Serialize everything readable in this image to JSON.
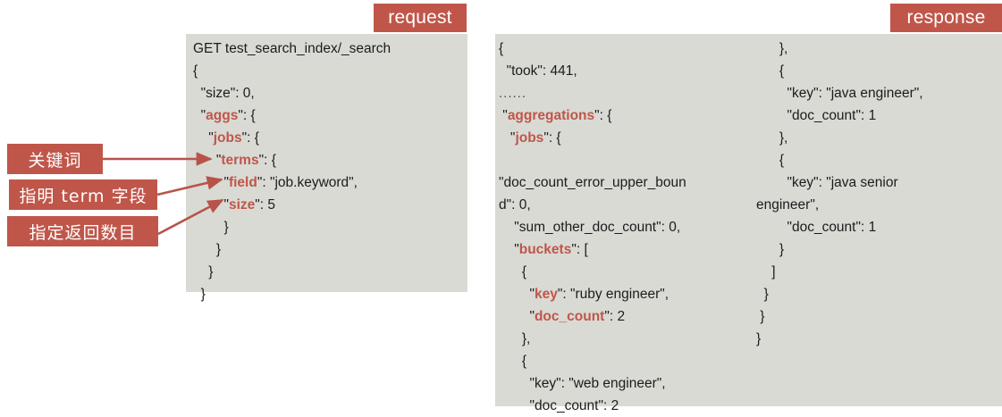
{
  "badges": {
    "request": "request",
    "response": "response"
  },
  "colors": {
    "badge_bg": "#c0564a",
    "badge_text": "#ffffff",
    "panel_bg": "#d9dad4",
    "keyword": "#c0564a",
    "code_text": "#1c1c1c",
    "arrow": "#b8534a"
  },
  "request_panel": {
    "lines": [
      {
        "indent": 0,
        "segments": [
          {
            "text": "GET test_search_index/_search",
            "style": "plain"
          }
        ]
      },
      {
        "indent": 0,
        "segments": [
          {
            "text": "{",
            "style": "plain"
          }
        ]
      },
      {
        "indent": 1,
        "segments": [
          {
            "text": "\"size\": 0,",
            "style": "plain"
          }
        ]
      },
      {
        "indent": 1,
        "segments": [
          {
            "text": "\"",
            "style": "plain"
          },
          {
            "text": "aggs",
            "style": "keyword"
          },
          {
            "text": "\": {",
            "style": "plain"
          }
        ]
      },
      {
        "indent": 2,
        "segments": [
          {
            "text": "\"",
            "style": "plain"
          },
          {
            "text": "jobs",
            "style": "keyword"
          },
          {
            "text": "\": {",
            "style": "plain"
          }
        ]
      },
      {
        "indent": 3,
        "segments": [
          {
            "text": "\"",
            "style": "plain"
          },
          {
            "text": "terms",
            "style": "keyword"
          },
          {
            "text": "\": {",
            "style": "plain"
          }
        ]
      },
      {
        "indent": 4,
        "segments": [
          {
            "text": "\"",
            "style": "plain"
          },
          {
            "text": "field",
            "style": "keyword"
          },
          {
            "text": "\": \"job.keyword\",",
            "style": "plain"
          }
        ]
      },
      {
        "indent": 4,
        "segments": [
          {
            "text": "\"",
            "style": "plain"
          },
          {
            "text": "size",
            "style": "keyword"
          },
          {
            "text": "\": 5",
            "style": "plain"
          }
        ]
      },
      {
        "indent": 4,
        "segments": [
          {
            "text": "}",
            "style": "plain"
          }
        ]
      },
      {
        "indent": 3,
        "segments": [
          {
            "text": "}",
            "style": "plain"
          }
        ]
      },
      {
        "indent": 2,
        "segments": [
          {
            "text": "}",
            "style": "plain"
          }
        ]
      },
      {
        "indent": 1,
        "segments": [
          {
            "text": "}",
            "style": "plain"
          }
        ]
      }
    ]
  },
  "response_panel": {
    "left_column_lines": [
      {
        "indent": 0,
        "segments": [
          {
            "text": "{",
            "style": "plain"
          }
        ]
      },
      {
        "indent": 1,
        "segments": [
          {
            "text": "\"took\": 441,",
            "style": "plain"
          }
        ]
      },
      {
        "indent": 0,
        "segments": [
          {
            "text": "......",
            "style": "dots"
          }
        ]
      },
      {
        "indent": 0,
        "segments": [
          {
            "text": " \"",
            "style": "plain"
          },
          {
            "text": "aggregations",
            "style": "keyword"
          },
          {
            "text": "\": {",
            "style": "plain"
          }
        ]
      },
      {
        "indent": 1,
        "segments": [
          {
            "text": " \"",
            "style": "plain"
          },
          {
            "text": "jobs",
            "style": "keyword"
          },
          {
            "text": "\": {",
            "style": "plain"
          }
        ]
      },
      {
        "indent": 0,
        "segments": [
          {
            "text": "",
            "style": "blank"
          }
        ]
      },
      {
        "indent": 0,
        "segments": [
          {
            "text": "\"doc_count_error_upper_boun",
            "style": "plain"
          }
        ]
      },
      {
        "indent": 0,
        "segments": [
          {
            "text": "d\": 0,",
            "style": "plain"
          }
        ]
      },
      {
        "indent": 2,
        "segments": [
          {
            "text": "\"sum_other_doc_count\": 0,",
            "style": "plain"
          }
        ]
      },
      {
        "indent": 2,
        "segments": [
          {
            "text": "\"",
            "style": "plain"
          },
          {
            "text": "buckets",
            "style": "keyword"
          },
          {
            "text": "\": [",
            "style": "plain"
          }
        ]
      },
      {
        "indent": 3,
        "segments": [
          {
            "text": "{",
            "style": "plain"
          }
        ]
      },
      {
        "indent": 4,
        "segments": [
          {
            "text": "\"",
            "style": "plain"
          },
          {
            "text": "key",
            "style": "keyword"
          },
          {
            "text": "\": \"ruby engineer\",",
            "style": "plain"
          }
        ]
      },
      {
        "indent": 4,
        "segments": [
          {
            "text": "\"",
            "style": "plain"
          },
          {
            "text": "doc_count",
            "style": "keyword"
          },
          {
            "text": "\": 2",
            "style": "plain"
          }
        ]
      },
      {
        "indent": 3,
        "segments": [
          {
            "text": "},",
            "style": "plain"
          }
        ]
      },
      {
        "indent": 3,
        "segments": [
          {
            "text": "{",
            "style": "plain"
          }
        ]
      },
      {
        "indent": 4,
        "segments": [
          {
            "text": "\"key\": \"web engineer\",",
            "style": "plain"
          }
        ]
      },
      {
        "indent": 4,
        "segments": [
          {
            "text": "\"doc_count\": 2",
            "style": "plain"
          }
        ]
      }
    ],
    "right_column_lines": [
      {
        "indent": 3,
        "segments": [
          {
            "text": "},",
            "style": "plain"
          }
        ]
      },
      {
        "indent": 3,
        "segments": [
          {
            "text": "{",
            "style": "plain"
          }
        ]
      },
      {
        "indent": 4,
        "segments": [
          {
            "text": "\"key\": \"java engineer\",",
            "style": "plain"
          }
        ]
      },
      {
        "indent": 4,
        "segments": [
          {
            "text": "\"doc_count\": 1",
            "style": "plain"
          }
        ]
      },
      {
        "indent": 3,
        "segments": [
          {
            "text": "},",
            "style": "plain"
          }
        ]
      },
      {
        "indent": 3,
        "segments": [
          {
            "text": "{",
            "style": "plain"
          }
        ]
      },
      {
        "indent": 4,
        "segments": [
          {
            "text": "\"key\": \"java senior",
            "style": "plain"
          }
        ]
      },
      {
        "indent": -2,
        "segments": [
          {
            "text": "engineer\",",
            "style": "plain"
          }
        ]
      },
      {
        "indent": 4,
        "segments": [
          {
            "text": "\"doc_count\": 1",
            "style": "plain"
          }
        ]
      },
      {
        "indent": 3,
        "segments": [
          {
            "text": "}",
            "style": "plain"
          }
        ]
      },
      {
        "indent": 2,
        "segments": [
          {
            "text": "]",
            "style": "plain"
          }
        ]
      },
      {
        "indent": 1,
        "segments": [
          {
            "text": "}",
            "style": "plain"
          }
        ]
      },
      {
        "indent": 0,
        "segments": [
          {
            "text": " }",
            "style": "plain"
          }
        ]
      },
      {
        "indent": -1,
        "segments": [
          {
            "text": "}",
            "style": "plain"
          }
        ]
      }
    ]
  },
  "annotations": [
    {
      "label": "关键词",
      "target": "terms"
    },
    {
      "label": "指明 term  字段",
      "target": "field"
    },
    {
      "label": "指定返回数目",
      "target": "size"
    }
  ]
}
